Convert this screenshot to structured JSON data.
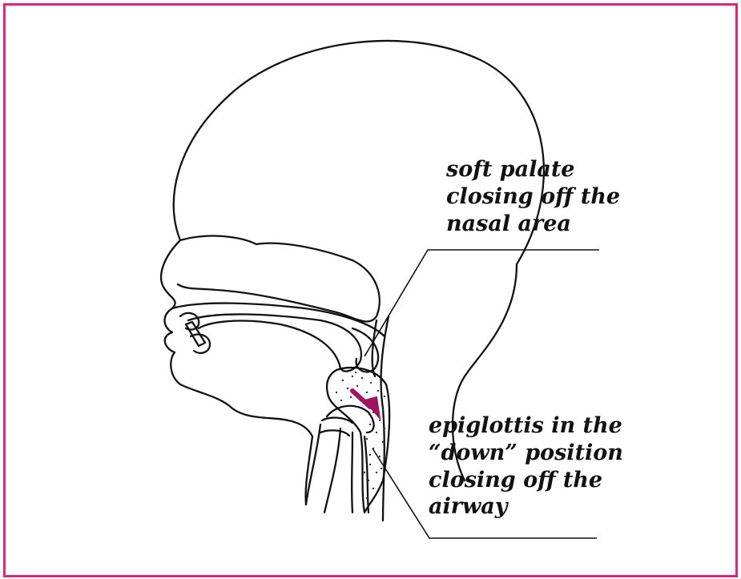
{
  "colors": {
    "frame": "#d6267e",
    "line": "#111111",
    "arrow": "#a3145f"
  },
  "labels": {
    "soft_palate": [
      "soft palate",
      "closing off the",
      "nasal area"
    ],
    "epiglottis": [
      "epiglottis in the",
      "“down” position",
      "closing off the",
      "airway"
    ]
  },
  "icons": {
    "arrow": "arrow-down-right-icon"
  }
}
